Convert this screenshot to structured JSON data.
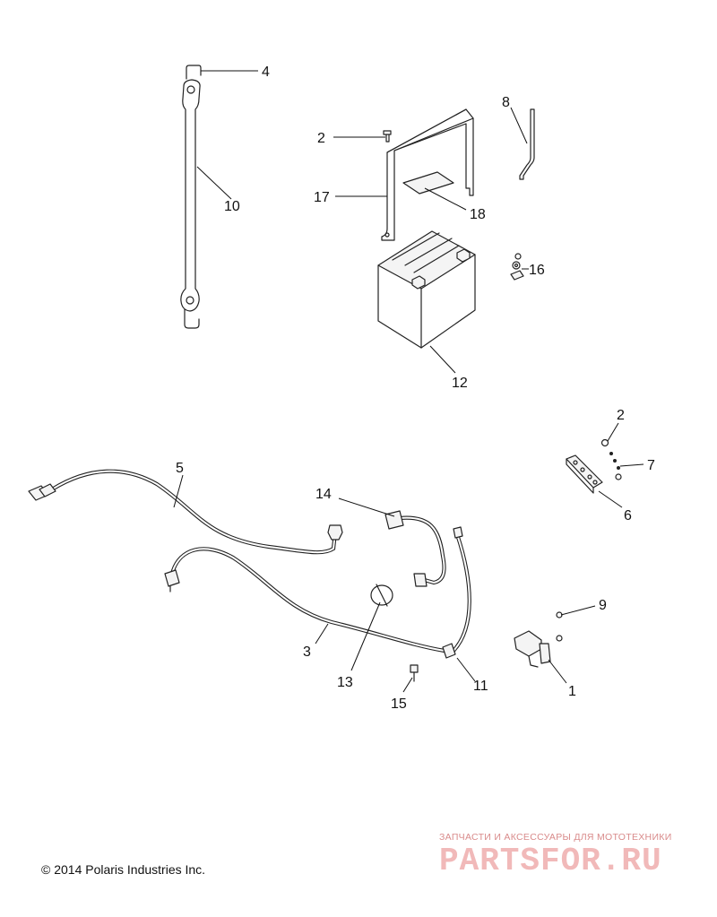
{
  "callouts": {
    "c1": "1",
    "c2a": "2",
    "c2b": "2",
    "c3": "3",
    "c4": "4",
    "c5": "5",
    "c6": "6",
    "c7": "7",
    "c8": "8",
    "c9": "9",
    "c10": "10",
    "c11": "11",
    "c12": "12",
    "c13": "13",
    "c14": "14",
    "c15": "15",
    "c16": "16",
    "c17": "17",
    "c18": "18"
  },
  "footer": {
    "copyright": "© 2014 Polaris Industries Inc."
  },
  "watermark": {
    "tagline": "ЗАПЧАСТИ И АКСЕССУАРЫ ДЛЯ МОТОТЕХНИКИ",
    "logo": "PARTSFOR.RU",
    "color": "#e9a3a3"
  }
}
